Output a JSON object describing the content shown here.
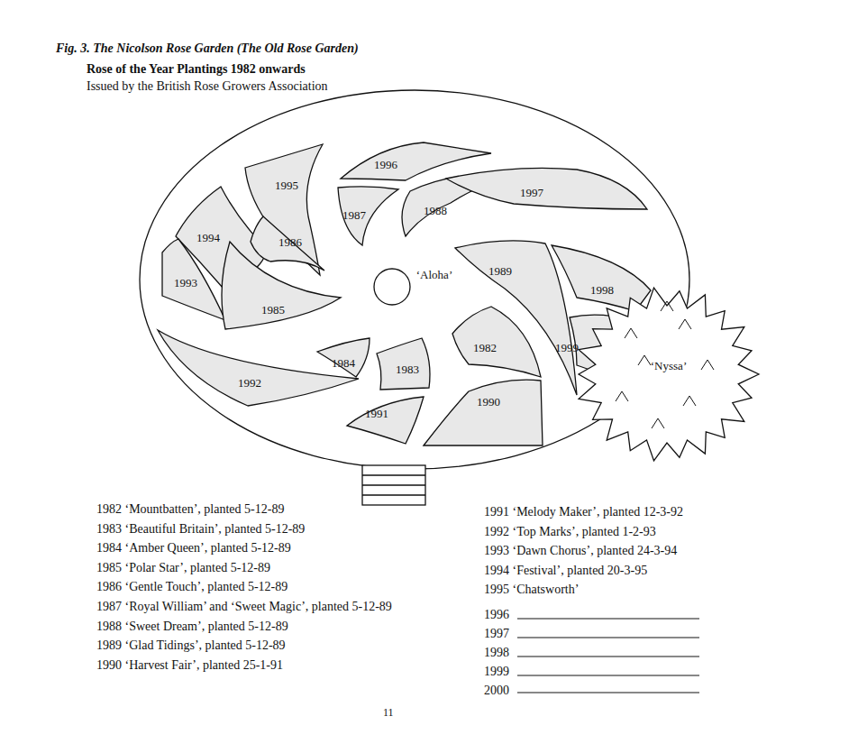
{
  "diagram": {
    "title": "Fig. 3. The Nicolson Rose Garden (The Old Rose Garden)",
    "nodes": [
      {
        "text": [
          "1996"
        ]
      },
      {
        "text": [
          "1995"
        ]
      },
      {
        "text": [
          "1987"
        ]
      },
      {
        "text": [
          "1988"
        ]
      },
      {
        "text": [
          "1997"
        ]
      },
      {
        "text": [
          "1994"
        ]
      },
      {
        "text": [
          "1986"
        ]
      },
      {
        "text": [
          "‘Aloha’"
        ]
      },
      {
        "text": [
          "1993"
        ]
      },
      {
        "text": [
          "1989"
        ]
      },
      {
        "text": [
          "1998"
        ]
      },
      {
        "text": [
          "1985"
        ]
      },
      {
        "text": [
          "1982"
        ]
      },
      {
        "text": [
          "1999"
        ]
      },
      {
        "text": [
          "‘Nyssa’"
        ]
      },
      {
        "text": [
          "1984"
        ]
      },
      {
        "text": [
          "1983"
        ]
      },
      {
        "text": [
          "1992"
        ]
      },
      {
        "text": [
          "1990"
        ]
      },
      {
        "text": [
          "1991"
        ]
      }
    ],
    "labels": [
      "Rose of the Year Plantings 1982 onwards",
      "Issued by the British Rose Growers Association",
      "1982 ‘Mountbatten’, planted 5-12-89",
      "1983 ‘Beautiful Britain’, planted 5-12-89",
      "1984 ‘Amber Queen’, planted 5-12-89",
      "1985 ‘Polar Star’, planted 5-12-89",
      "1986 ‘Gentle Touch’, planted 5-12-89",
      "1987 ‘Royal William’ and ‘Sweet Magic’, planted 5-12-89",
      "1988 ‘Sweet Dream’, planted 5-12-89",
      "1989 ‘Glad Tidings’, planted 5-12-89",
      "1990 ‘Harvest Fair’, planted 25-1-91",
      "1991 ‘Melody Maker’, planted 12-3-92",
      "1992 ‘Top Marks’, planted 1-2-93",
      "1993 ‘Dawn Chorus’, planted 24-3-94",
      "1994 ‘Festival’, planted 20-3-95",
      "1995 ‘Chatsworth’",
      "1996",
      "1997",
      "1998",
      "1999",
      "2000",
      "11"
    ]
  }
}
